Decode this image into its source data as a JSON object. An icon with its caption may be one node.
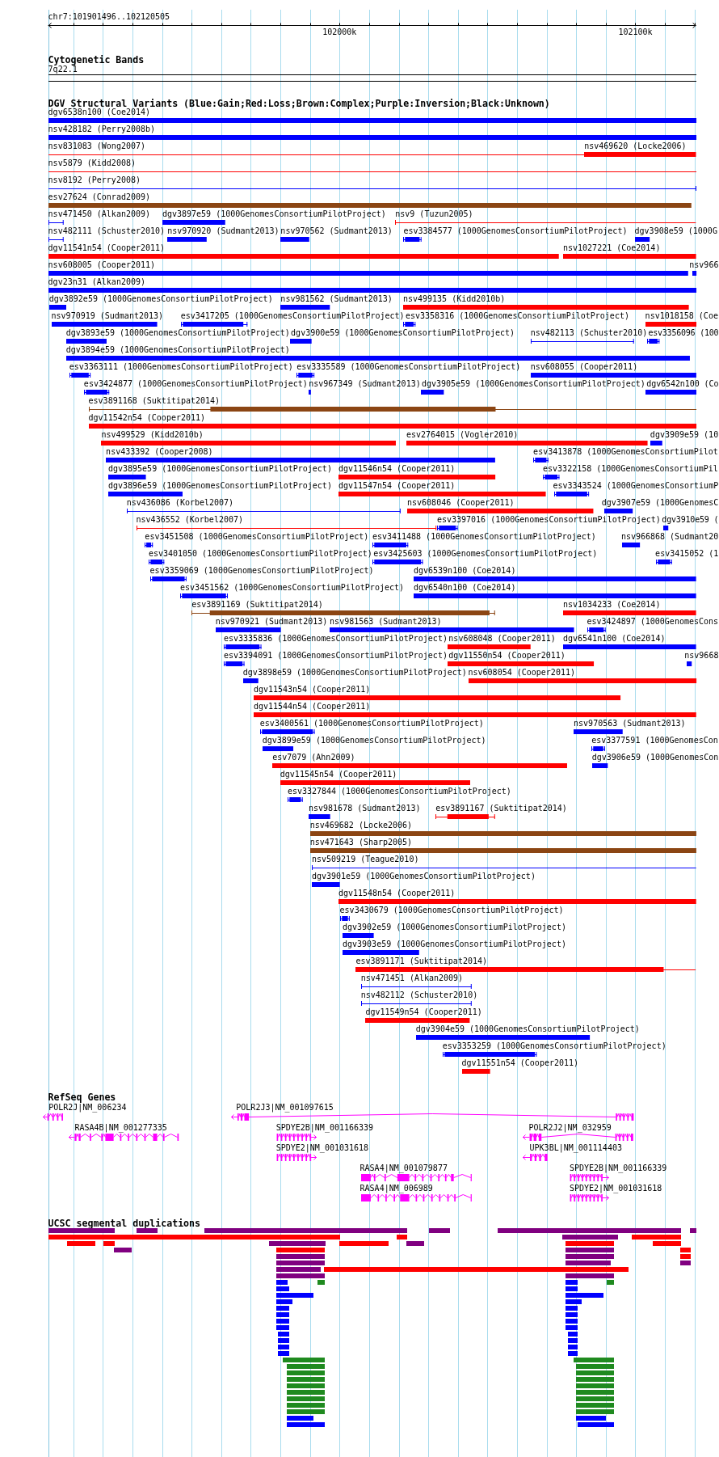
{
  "diagram": {
    "labels": [
      "chr7:101901496..102120505",
      "102000k",
      "102100k",
      "Cytogenetic Bands",
      "DGV Structural Variants (Blue:Gain;Red:Loss;Brown:Complex;Purple:Inversion;Black:Unknown)",
      "RefSeq Genes",
      "UCSC segmental duplications"
    ],
    "nodes": [
      {
        "text": [
          "7q22.1"
        ]
      },
      {
        "text": [
          "dgv6538n100 (Coe2014)"
        ]
      },
      {
        "text": [
          "nsv428182 (Perry2008b)"
        ]
      },
      {
        "text": [
          "nsv831083 (Wong2007)"
        ]
      },
      {
        "text": [
          "nsv469620 (Locke2006)"
        ]
      },
      {
        "text": [
          "nsv5879 (Kidd2008)"
        ]
      },
      {
        "text": [
          "nsv8192 (Perry2008)"
        ]
      },
      {
        "text": [
          "esv27624 (Conrad2009)"
        ]
      },
      {
        "text": [
          "nsv471450 (Alkan2009)"
        ]
      },
      {
        "text": [
          "dgv3897e59 (1000GenomesConsortiumPilotProject)"
        ]
      },
      {
        "text": [
          "nsv9 (Tuzun2005)"
        ]
      },
      {
        "text": [
          "nsv482111 (Schuster2010)"
        ]
      },
      {
        "text": [
          "nsv970920 (Sudmant2013)"
        ]
      },
      {
        "text": [
          "nsv970562 (Sudmant2013)"
        ]
      },
      {
        "text": [
          "esv3384577 (1000GenomesConsortiumPilotProject)"
        ]
      },
      {
        "text": [
          "dgv3908e59 (1000G"
        ]
      },
      {
        "text": [
          "dgv11541n54 (Cooper2011)"
        ]
      },
      {
        "text": [
          "nsv1027221 (Coe2014)"
        ]
      },
      {
        "text": [
          "nsv608005 (Cooper2011)"
        ]
      },
      {
        "text": [
          "nsv966"
        ]
      },
      {
        "text": [
          "dgv23n31 (Alkan2009)"
        ]
      },
      {
        "text": [
          "dgv3892e59 (1000GenomesConsortiumPilotProject)"
        ]
      },
      {
        "text": [
          "nsv981562 (Sudmant2013)"
        ]
      },
      {
        "text": [
          "nsv499135 (Kidd2010b)"
        ]
      },
      {
        "text": [
          "nsv970919 (Sudmant2013)"
        ]
      },
      {
        "text": [
          "esv3417205 (1000GenomesConsortiumPilotProject)"
        ]
      },
      {
        "text": [
          "esv3358316 (1000GenomesConsortiumPilotProject)"
        ]
      },
      {
        "text": [
          "nsv1018158 (Coe"
        ]
      },
      {
        "text": [
          "dgv3893e59 (1000GenomesConsortiumPilotProject)"
        ]
      },
      {
        "text": [
          "dgv3900e59 (1000GenomesConsortiumPilotProject)"
        ]
      },
      {
        "text": [
          "nsv482113 (Schuster2010)"
        ]
      },
      {
        "text": [
          "esv3356096 (100"
        ]
      },
      {
        "text": [
          "dgv3894e59 (1000GenomesConsortiumPilotProject)"
        ]
      },
      {
        "text": [
          "esv3363111 (1000GenomesConsortiumPilotProject)"
        ]
      },
      {
        "text": [
          "esv3335589 (1000GenomesConsortiumPilotProject)"
        ]
      },
      {
        "text": [
          "nsv608055 (Cooper2011)"
        ]
      },
      {
        "text": [
          "esv3424877 (1000GenomesConsortiumPilotProject)"
        ]
      },
      {
        "text": [
          "nsv967349 (Sudmant2013)"
        ]
      },
      {
        "text": [
          "dgv3905e59 (1000GenomesConsortiumPilotProject)"
        ]
      },
      {
        "text": [
          "dgv6542n100 (Co"
        ]
      },
      {
        "text": [
          "esv3891168 (Suktitipat2014)"
        ]
      },
      {
        "text": [
          "dgv11542n54 (Cooper2011)"
        ]
      },
      {
        "text": [
          "nsv499529 (Kidd2010b)"
        ]
      },
      {
        "text": [
          "esv2764015 (Vogler2010)"
        ]
      },
      {
        "text": [
          "dgv3909e59 (10"
        ]
      },
      {
        "text": [
          "nsv433392 (Cooper2008)"
        ]
      },
      {
        "text": [
          "esv3413878 (1000GenomesConsortiumPilot"
        ]
      },
      {
        "text": [
          "dgv3895e59 (1000GenomesConsortiumPilotProject)"
        ]
      },
      {
        "text": [
          "dgv11546n54 (Cooper2011)"
        ]
      },
      {
        "text": [
          "esv3322158 (1000GenomesConsortiumPil"
        ]
      },
      {
        "text": [
          "dgv3896e59 (1000GenomesConsortiumPilotProject)"
        ]
      },
      {
        "text": [
          "dgv11547n54 (Cooper2011)"
        ]
      },
      {
        "text": [
          "esv3343524 (1000GenomesConsortiumP"
        ]
      },
      {
        "text": [
          "nsv436086 (Korbel2007)"
        ]
      },
      {
        "text": [
          "nsv608046 (Cooper2011)"
        ]
      },
      {
        "text": [
          "dgv3907e59 (1000GenomesC"
        ]
      },
      {
        "text": [
          "nsv436552 (Korbel2007)"
        ]
      },
      {
        "text": [
          "esv3397016 (1000GenomesConsortiumPilotProject)"
        ]
      },
      {
        "text": [
          "dgv3910e59 ("
        ]
      },
      {
        "text": [
          "esv3451508 (1000GenomesConsortiumPilotProject)"
        ]
      },
      {
        "text": [
          "esv3411488 (1000GenomesConsortiumPilotProject)"
        ]
      },
      {
        "text": [
          "nsv966868 (Sudmant20"
        ]
      },
      {
        "text": [
          "esv3401050 (1000GenomesConsortiumPilotProject)"
        ]
      },
      {
        "text": [
          "esv3425603 (1000GenomesConsortiumPilotProject)"
        ]
      },
      {
        "text": [
          "esv3415052 (1"
        ]
      },
      {
        "text": [
          "esv3359069 (1000GenomesConsortiumPilotProject)"
        ]
      },
      {
        "text": [
          "dgv6539n100 (Coe2014)"
        ]
      },
      {
        "text": [
          "esv3451562 (1000GenomesConsortiumPilotProject)"
        ]
      },
      {
        "text": [
          "dgv6540n100 (Coe2014)"
        ]
      },
      {
        "text": [
          "esv3891169 (Suktitipat2014)"
        ]
      },
      {
        "text": [
          "nsv1034233 (Coe2014)"
        ]
      },
      {
        "text": [
          "nsv970921 (Sudmant2013)"
        ]
      },
      {
        "text": [
          "nsv981563 (Sudmant2013)"
        ]
      },
      {
        "text": [
          "esv3424897 (1000GenomesCons"
        ]
      },
      {
        "text": [
          "esv3335836 (1000GenomesConsortiumPilotProject)"
        ]
      },
      {
        "text": [
          "nsv608048 (Cooper2011)"
        ]
      },
      {
        "text": [
          "dgv6541n100 (Coe2014)"
        ]
      },
      {
        "text": [
          "esv3394091 (1000GenomesConsortiumPilotProject)"
        ]
      },
      {
        "text": [
          "dgv11550n54 (Cooper2011)"
        ]
      },
      {
        "text": [
          "nsv9668"
        ]
      },
      {
        "text": [
          "dgv3898e59 (1000GenomesConsortiumPilotProject)"
        ]
      },
      {
        "text": [
          "nsv608054 (Cooper2011)"
        ]
      },
      {
        "text": [
          "dgv11543n54 (Cooper2011)"
        ]
      },
      {
        "text": [
          "dgv11544n54 (Cooper2011)"
        ]
      },
      {
        "text": [
          "esv3400561 (1000GenomesConsortiumPilotProject)"
        ]
      },
      {
        "text": [
          "nsv970563 (Sudmant2013)"
        ]
      },
      {
        "text": [
          "dgv3899e59 (1000GenomesConsortiumPilotProject)"
        ]
      },
      {
        "text": [
          "esv3377591 (1000GenomesCon"
        ]
      },
      {
        "text": [
          "esv7079 (Ahn2009)"
        ]
      },
      {
        "text": [
          "dgv3906e59 (1000GenomesCon"
        ]
      },
      {
        "text": [
          "dgv11545n54 (Cooper2011)"
        ]
      },
      {
        "text": [
          "esv3327844 (1000GenomesConsortiumPilotProject)"
        ]
      },
      {
        "text": [
          "nsv981678 (Sudmant2013)"
        ]
      },
      {
        "text": [
          "esv3891167 (Suktitipat2014)"
        ]
      },
      {
        "text": [
          "nsv469682 (Locke2006)"
        ]
      },
      {
        "text": [
          "nsv471643 (Sharp2005)"
        ]
      },
      {
        "text": [
          "nsv509219 (Teague2010)"
        ]
      },
      {
        "text": [
          "dgv3901e59 (1000GenomesConsortiumPilotProject)"
        ]
      },
      {
        "text": [
          "dgv11548n54 (Cooper2011)"
        ]
      },
      {
        "text": [
          "esv3430679 (1000GenomesConsortiumPilotProject)"
        ]
      },
      {
        "text": [
          "dgv3902e59 (1000GenomesConsortiumPilotProject)"
        ]
      },
      {
        "text": [
          "dgv3903e59 (1000GenomesConsortiumPilotProject)"
        ]
      },
      {
        "text": [
          "esv3891171 (Suktitipat2014)"
        ]
      },
      {
        "text": [
          "nsv471451 (Alkan2009)"
        ]
      },
      {
        "text": [
          "nsv482112 (Schuster2010)"
        ]
      },
      {
        "text": [
          "dgv11549n54 (Cooper2011)"
        ]
      },
      {
        "text": [
          "dgv3904e59 (1000GenomesConsortiumPilotProject)"
        ]
      },
      {
        "text": [
          "esv3353259 (1000GenomesConsortiumPilotProject)"
        ]
      },
      {
        "text": [
          "dgv11551n54 (Cooper2011)"
        ]
      },
      {
        "text": [
          "POLR2J|NM_006234"
        ]
      },
      {
        "text": [
          "POLR2J3|NM_001097615"
        ]
      },
      {
        "text": [
          "RASA4B|NM_001277335"
        ]
      },
      {
        "text": [
          "SPDYE2B|NM_001166339"
        ]
      },
      {
        "text": [
          "POLR2J2|NM_032959"
        ]
      },
      {
        "text": [
          "SPDYE2|NM_001031618"
        ]
      },
      {
        "text": [
          "UPK3BL|NM_001114403"
        ]
      },
      {
        "text": [
          "RASA4|NM_001079877"
        ]
      },
      {
        "text": [
          "SPDYE2B|NM_001166339"
        ]
      },
      {
        "text": [
          "RASA4|NM_006989"
        ]
      },
      {
        "text": [
          "SPDYE2|NM_001031618"
        ]
      },
      {
        "text": [],
        "shape": "bar"
      },
      {
        "text": [],
        "shape": "bar"
      },
      {
        "text": [],
        "shape": "bar"
      },
      {
        "text": [],
        "shape": "bar"
      },
      {
        "text": [],
        "shape": "bar"
      },
      {
        "text": [],
        "shape": "bar"
      },
      {
        "text": [],
        "shape": "bar"
      },
      {
        "text": [],
        "shape": "bar"
      },
      {
        "text": [],
        "shape": "bar"
      },
      {
        "text": [],
        "shape": "bar"
      },
      {
        "text": [],
        "shape": "bar"
      },
      {
        "text": [],
        "shape": "bar"
      },
      {
        "text": [],
        "shape": "bar"
      },
      {
        "text": [],
        "shape": "bar"
      },
      {
        "text": [],
        "shape": "bar"
      },
      {
        "text": [],
        "shape": "bar"
      },
      {
        "text": [],
        "shape": "bar"
      },
      {
        "text": [],
        "shape": "bar"
      },
      {
        "text": [],
        "shape": "bar"
      },
      {
        "text": [],
        "shape": "bar"
      },
      {
        "text": [],
        "shape": "bar"
      },
      {
        "text": [],
        "shape": "bar"
      },
      {
        "text": [],
        "shape": "bar"
      },
      {
        "text": [],
        "shape": "bar"
      },
      {
        "text": [],
        "shape": "bar"
      },
      {
        "text": [],
        "shape": "bar"
      },
      {
        "text": [],
        "shape": "bar"
      },
      {
        "text": [],
        "shape": "bar"
      },
      {
        "text": [],
        "shape": "bar"
      },
      {
        "text": [],
        "shape": "bar"
      },
      {
        "text": [],
        "shape": "bar"
      },
      {
        "text": [],
        "shape": "bar"
      },
      {
        "text": [],
        "shape": "bar"
      },
      {
        "text": [],
        "shape": "bar"
      },
      {
        "text": [],
        "shape": "bar"
      },
      {
        "text": [],
        "shape": "bar"
      },
      {
        "text": [],
        "shape": "bar"
      },
      {
        "text": [],
        "shape": "bar"
      },
      {
        "text": [],
        "shape": "bar"
      },
      {
        "text": [],
        "shape": "bar"
      },
      {
        "text": [],
        "shape": "bar"
      },
      {
        "text": [],
        "shape": "bar"
      },
      {
        "text": [],
        "shape": "bar"
      },
      {
        "text": [],
        "shape": "bar"
      },
      {
        "text": [],
        "shape": "bar"
      },
      {
        "text": [],
        "shape": "bar"
      },
      {
        "text": [],
        "shape": "bar"
      },
      {
        "text": [],
        "shape": "bar"
      },
      {
        "text": [],
        "shape": "bar"
      },
      {
        "text": [],
        "shape": "bar"
      },
      {
        "text": [],
        "shape": "bar"
      },
      {
        "text": [],
        "shape": "bar"
      },
      {
        "text": [],
        "shape": "bar"
      },
      {
        "text": [],
        "shape": "bar"
      },
      {
        "text": [],
        "shape": "bar"
      },
      {
        "text": [],
        "shape": "bar"
      },
      {
        "text": [],
        "shape": "bar"
      },
      {
        "text": [],
        "shape": "bar"
      },
      {
        "text": [],
        "shape": "bar"
      },
      {
        "text": [],
        "shape": "bar"
      },
      {
        "text": [],
        "shape": "bar"
      },
      {
        "text": [],
        "shape": "bar"
      },
      {
        "text": [],
        "shape": "bar"
      },
      {
        "text": [],
        "shape": "bar"
      },
      {
        "text": [],
        "shape": "bar"
      },
      {
        "text": [],
        "shape": "bar"
      },
      {
        "text": [],
        "shape": "bar"
      },
      {
        "text": [],
        "shape": "bar"
      },
      {
        "text": [],
        "shape": "bar"
      },
      {
        "text": [],
        "shape": "bar"
      },
      {
        "text": [],
        "shape": "bar"
      },
      {
        "text": [],
        "shape": "bar"
      },
      {
        "text": [],
        "shape": "bar"
      },
      {
        "text": [],
        "shape": "bar"
      },
      {
        "text": [],
        "shape": "bar"
      },
      {
        "text": [],
        "shape": "bar"
      },
      {
        "text": [],
        "shape": "bar"
      },
      {
        "text": [],
        "shape": "bar"
      },
      {
        "text": [],
        "shape": "bar"
      }
    ]
  }
}
